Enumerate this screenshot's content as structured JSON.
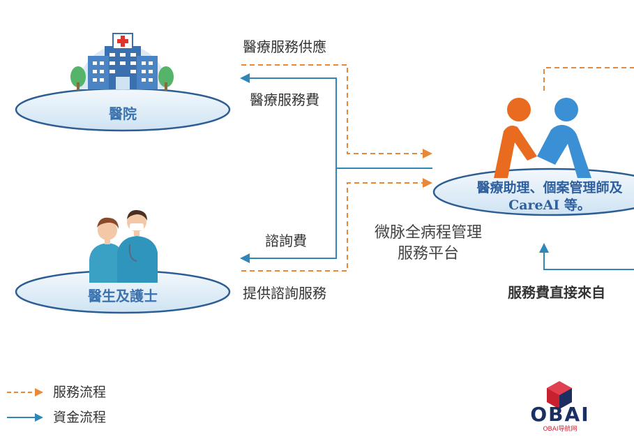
{
  "nodes": {
    "hospital": {
      "label": "醫院"
    },
    "doctors": {
      "label": "醫生及護士"
    },
    "team": {
      "label_line1": "醫療助理、個案管理師及",
      "label_line2": "CareAI 等。"
    },
    "platform": {
      "line1": "微脉全病程管理",
      "line2": "服務平台"
    }
  },
  "flows": {
    "medical_supply": "醫療服務供應",
    "medical_fee": "醫療服務費",
    "consult_fee": "諮詢費",
    "consult_service": "提供諮詢服務",
    "fee_direct": "服務費直接來自"
  },
  "legend": {
    "service_flow": "服務流程",
    "fund_flow": "資金流程"
  },
  "watermark": {
    "brand": "OBAI",
    "sub": "OBAI导航网"
  },
  "colors": {
    "service": "#e8893a",
    "fund": "#2f86b8",
    "orange_figure": "#e86b1f",
    "blue_figure": "#3b8fd4"
  }
}
